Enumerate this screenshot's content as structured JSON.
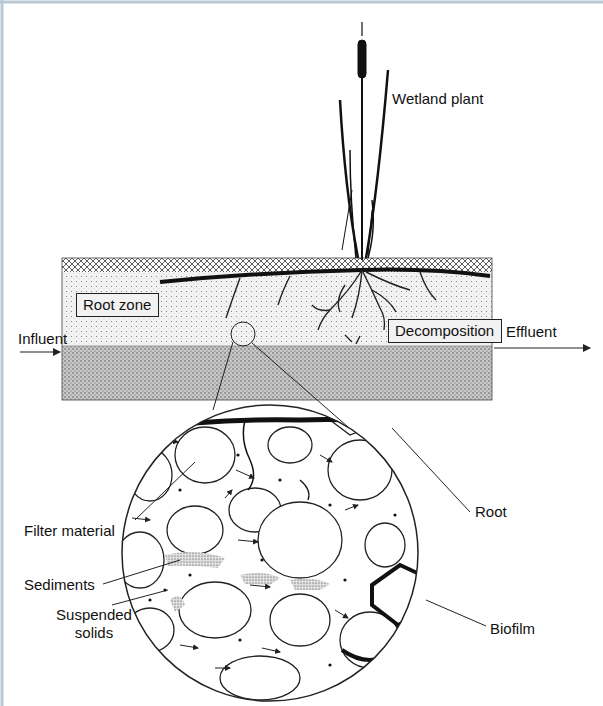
{
  "diagram": {
    "nodes": [
      {
        "text": [
          "Root zone"
        ]
      },
      {
        "text": [
          "Decomposition"
        ]
      }
    ],
    "labels": [
      "Wetland plant",
      "Influent",
      "Effluent",
      "Filter material",
      "Root",
      "Sediments",
      "Biofilm",
      "Suspended solids"
    ]
  }
}
